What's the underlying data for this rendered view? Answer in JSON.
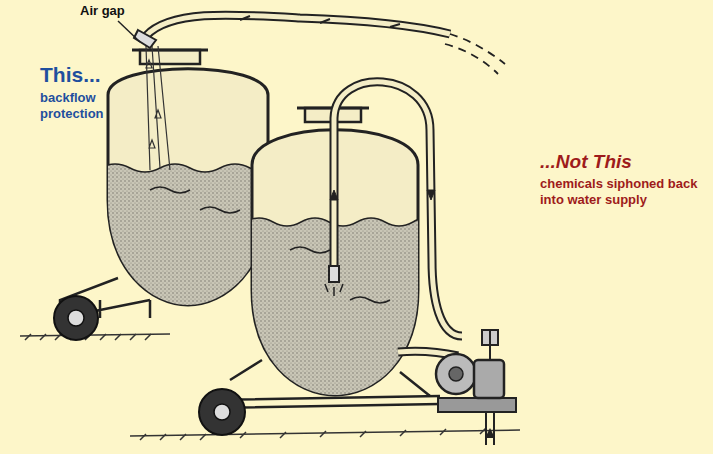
{
  "diagram": {
    "labels": [
      "Air gap",
      "This...",
      "backflow protection",
      "...Not This",
      "chemicals siphoned back into water supply"
    ]
  }
}
